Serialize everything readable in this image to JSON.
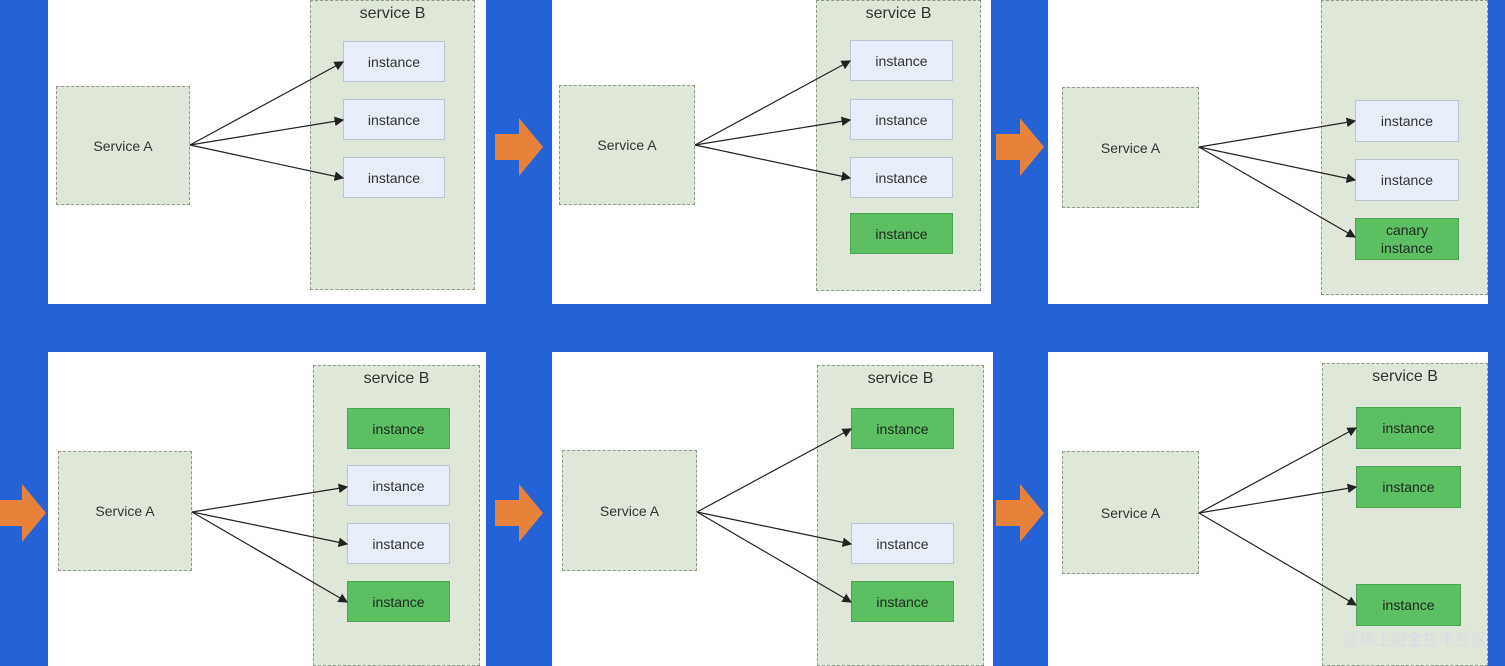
{
  "labels": {
    "service_a": "Service A",
    "service_b": "service B",
    "instance": "instance",
    "canary_line1": "canary",
    "canary_line2": "instance"
  },
  "colors": {
    "background": "#2463d6",
    "panel": "#ffffff",
    "service_box": "#dfe7d9",
    "instance_blue": "#e7edf9",
    "instance_green": "#5cbf62",
    "step_arrow": "#e8823a"
  },
  "watermark": "@稀土掘金技术社区",
  "panels": [
    {
      "step": 1,
      "instances": [
        {
          "state": "v1"
        },
        {
          "state": "v1"
        },
        {
          "state": "v1"
        }
      ]
    },
    {
      "step": 2,
      "instances": [
        {
          "state": "v1"
        },
        {
          "state": "v1"
        },
        {
          "state": "v1"
        },
        {
          "state": "v2"
        }
      ]
    },
    {
      "step": 3,
      "instances": [
        {
          "state": "v1"
        },
        {
          "state": "v1"
        },
        {
          "state": "canary"
        }
      ]
    },
    {
      "step": 4,
      "instances": [
        {
          "state": "v2"
        },
        {
          "state": "v1"
        },
        {
          "state": "v1"
        },
        {
          "state": "v2"
        }
      ]
    },
    {
      "step": 5,
      "instances": [
        {
          "state": "v2"
        },
        {
          "state": "v1"
        },
        {
          "state": "v2"
        }
      ]
    },
    {
      "step": 6,
      "instances": [
        {
          "state": "v2"
        },
        {
          "state": "v2"
        },
        {
          "state": "v2"
        }
      ]
    }
  ]
}
